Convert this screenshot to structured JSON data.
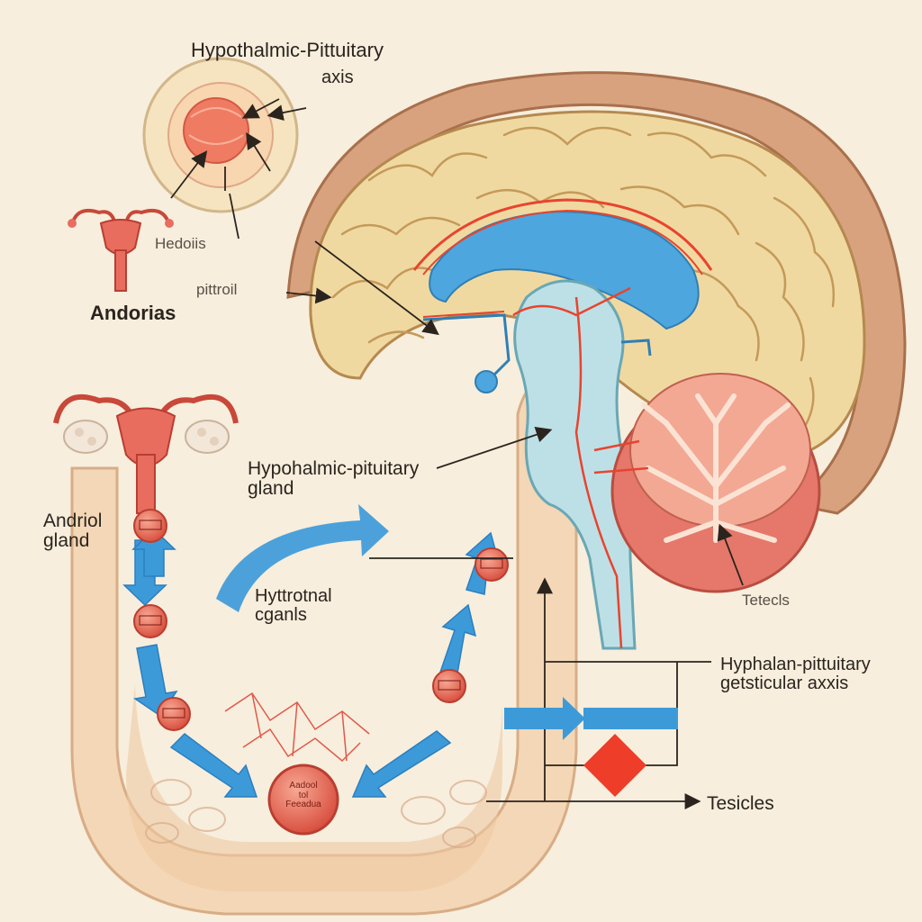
{
  "labels": {
    "top_title": "Hypothalmic-Pittuitary",
    "top_title_axis": "axis",
    "hedoris": "Hedoiis",
    "pittroil": "pittroil",
    "andorias": "Andorias",
    "andriol_gland_line1": "Andriol",
    "andriol_gland_line2": "gland",
    "hypophalmic_line1": "Hypohalmic-pituitary",
    "hypophalmic_line2": "gland",
    "hyttrotnal_line1": "Hyttrotnal",
    "hyttrotnal_line2": "cganls",
    "tetecls": "Tetecls",
    "hyphalan_line1": "Hyphalan-pittuitary",
    "hyphalan_line2": "getsticular axxis",
    "tesicles": "Tesicles",
    "bottom_node_line1": "Aadool",
    "bottom_node_line2": "tol",
    "bottom_node_line3": "Feeadua"
  },
  "colors": {
    "background": "#f7eedd",
    "brain": "#f0d9a0",
    "brain_outline": "#b5894f",
    "outer_membrane": "#d9a27f",
    "ventricle": "#4da6dd",
    "brainstem": "#bde0e6",
    "nerve_red": "#e8442f",
    "cerebellum": "#e5786a",
    "flow_arrow": "#3d9ad9",
    "node": "#e86a5a",
    "diamond": "#ee3d29",
    "tissue": "#f4d7b6"
  }
}
